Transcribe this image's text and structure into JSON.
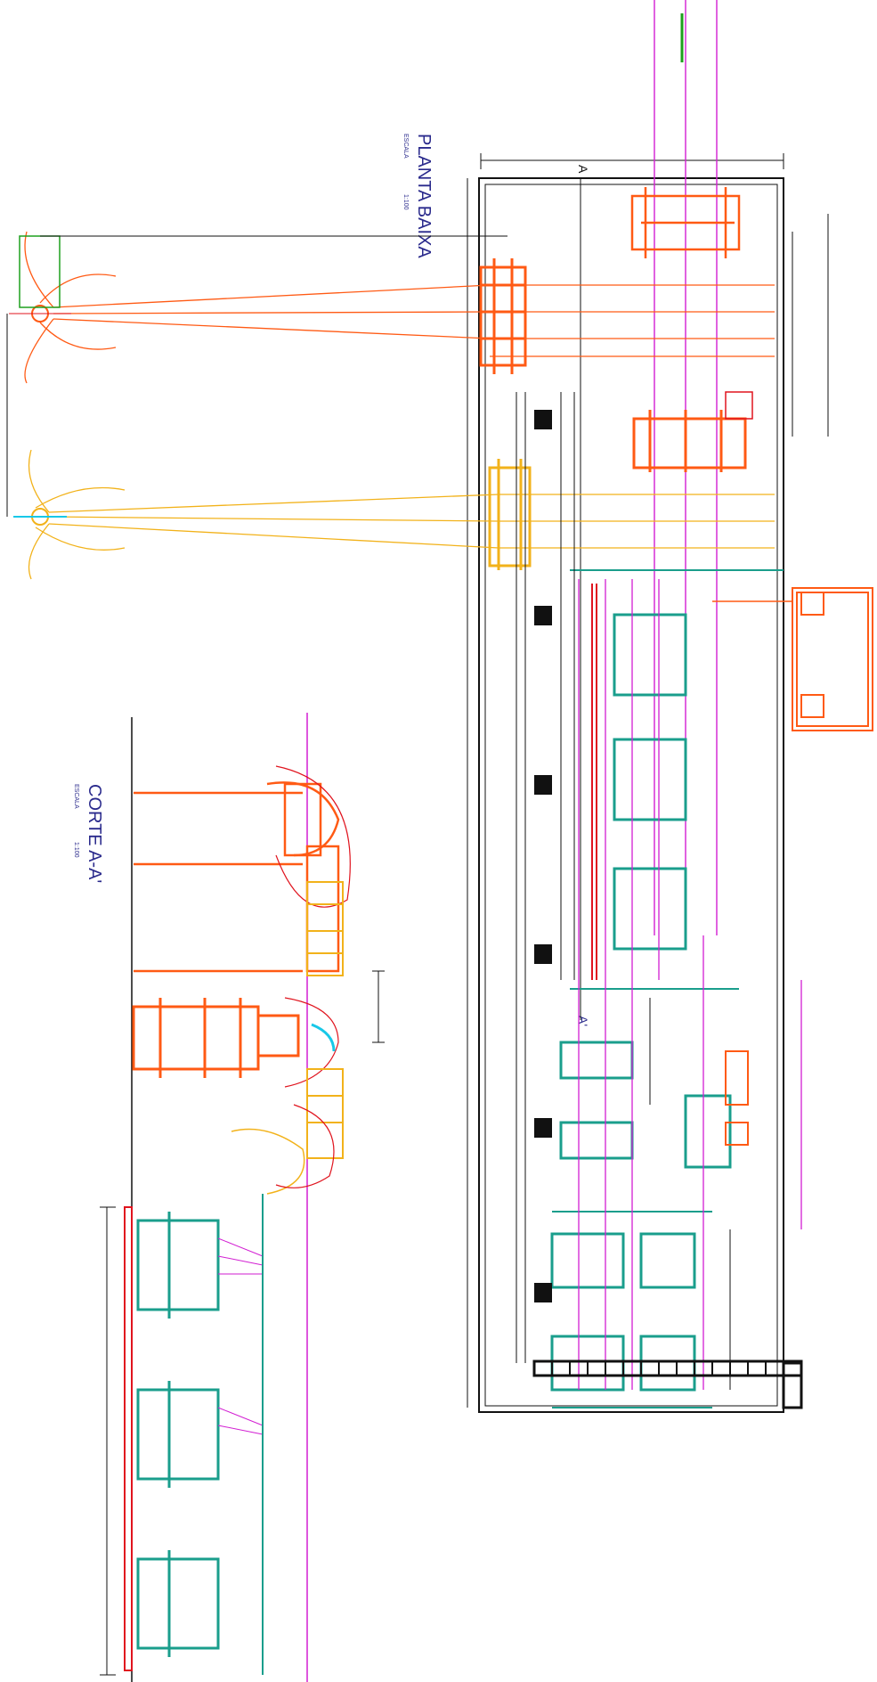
{
  "titles": {
    "planta": "PLANTA BAIXA",
    "planta_scale_label": "ESCALA",
    "planta_scale_value": "1:100",
    "corte": "CORTE A-A'",
    "corte_scale_label": "ESCALA",
    "corte_scale_value": "1:100"
  },
  "markers": {
    "section_top": "A",
    "section_bottom": "A'"
  },
  "colors": {
    "outline": "#111111",
    "orange": "#ff5a14",
    "yellow": "#f2b21a",
    "teal": "#1a9e8c",
    "magenta": "#d21ed2",
    "red": "#e0141e",
    "cyan": "#18c8e8",
    "green": "#1ea01e",
    "blue": "#2a2a8c"
  }
}
